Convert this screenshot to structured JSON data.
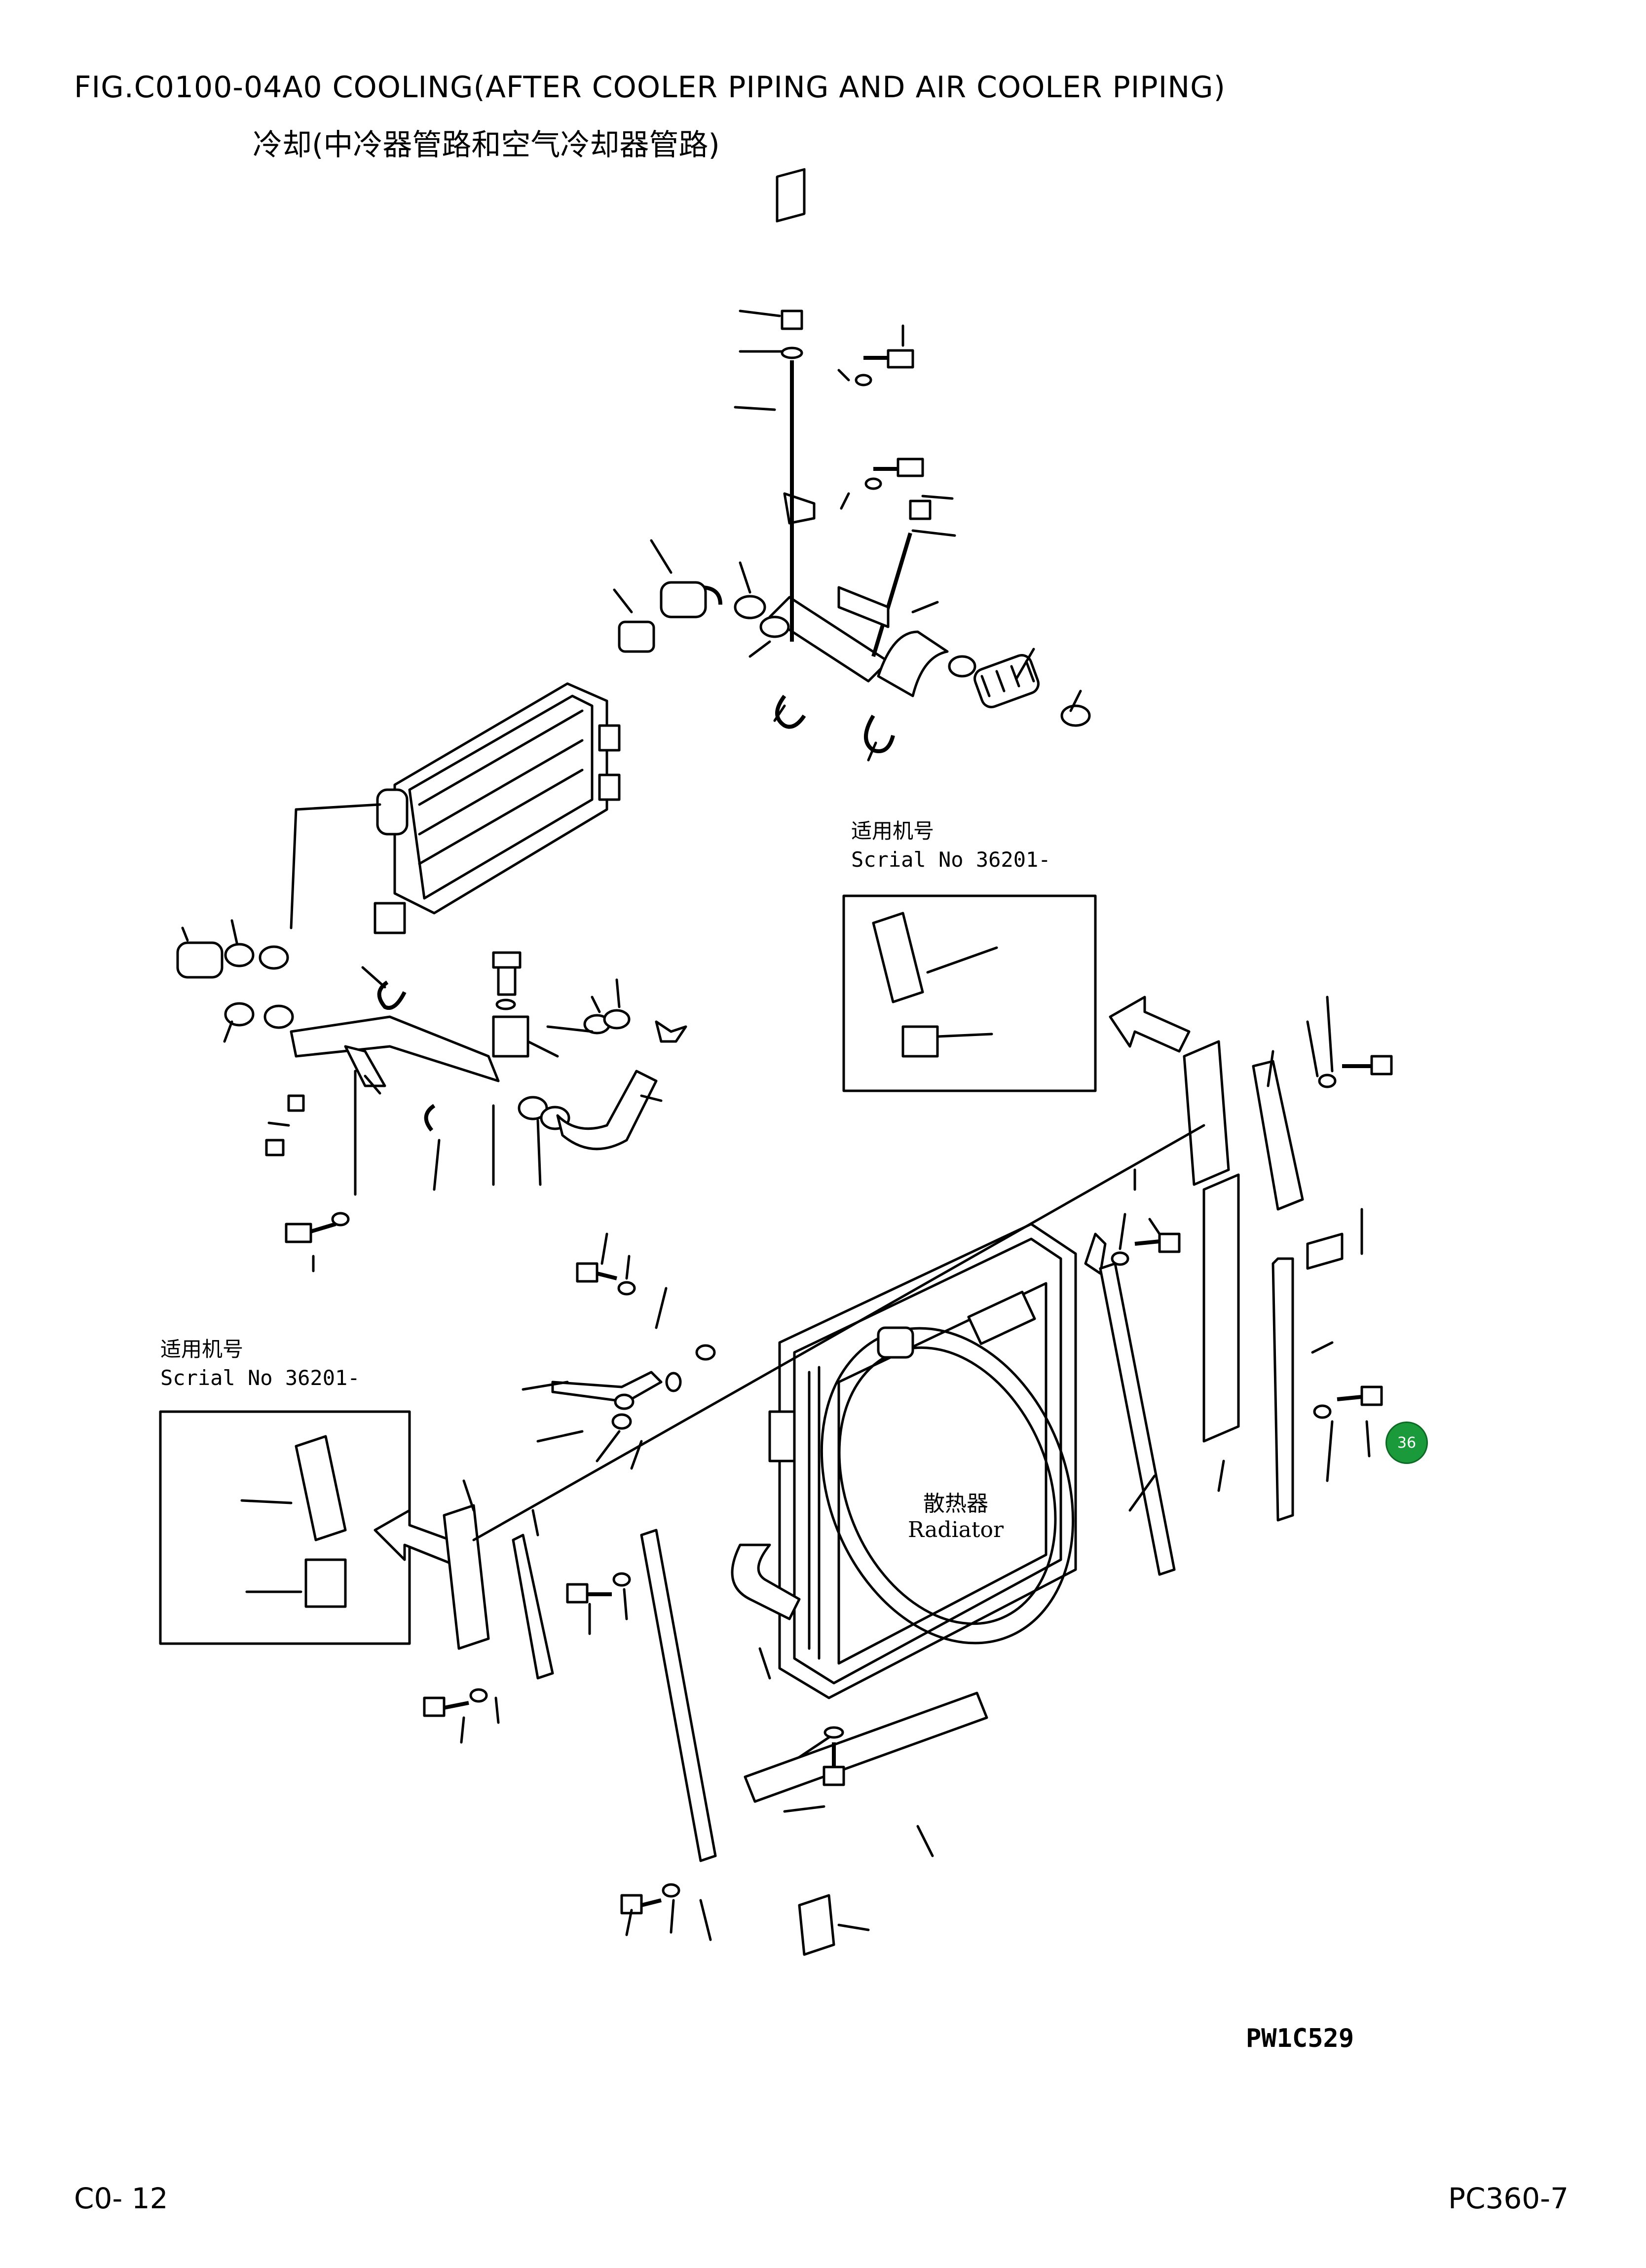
{
  "header": {
    "title_en": "FIG.C0100-04A0   COOLING(AFTER COOLER PIPING AND AIR COOLER PIPING)",
    "title_zh": "冷却(中冷器管路和空气冷却器管路)"
  },
  "insets": [
    {
      "label_zh": "适用机号",
      "serial": "Scrial No 36201-"
    },
    {
      "label_zh": "适用机号",
      "serial": "Scrial No 36201-"
    }
  ],
  "radiator": {
    "label_zh": "散热器",
    "label_en": "Radiator"
  },
  "callout": {
    "number": "36",
    "color": "#1a9a3a"
  },
  "footer": {
    "drawing_code": "PW1C529",
    "page": "C0- 12",
    "model": "PC360-7"
  }
}
